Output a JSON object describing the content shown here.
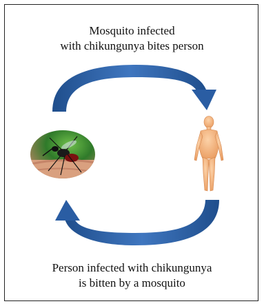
{
  "captions": {
    "top": {
      "line1": "Mosquito infected",
      "line2": "with chikungunya bites person"
    },
    "bottom": {
      "line1": "Person infected with chikungunya",
      "line2": "is bitten by a mosquito"
    }
  },
  "icons": {
    "left": "mosquito-photo",
    "right": "human-body-figure",
    "arrows": [
      "curved-arrow-top",
      "curved-arrow-bottom"
    ]
  },
  "colors": {
    "arrow_dark": "#1f4e8c",
    "arrow_light": "#5b8fd0",
    "skin": "#f5b683",
    "skin_shadow": "#e59a63",
    "photo_green": "#2f7a2a"
  }
}
